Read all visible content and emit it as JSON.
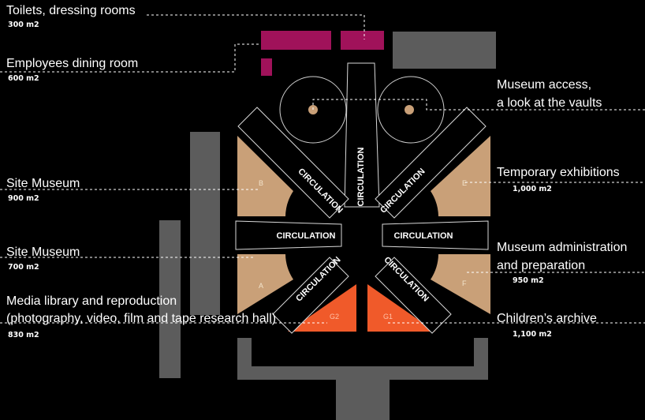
{
  "colors": {
    "background": "#000000",
    "grey_block": "#5c5c5c",
    "magenta": "#a0125a",
    "tan": "#c9a078",
    "orange": "#f05a2a",
    "leader": "#ffffff"
  },
  "labels_left": [
    {
      "title": "Toilets, dressing rooms",
      "area": "300 m2"
    },
    {
      "title": "Employees dining room",
      "area": "600 m2"
    },
    {
      "title": "Site Museum",
      "area": "900 m2"
    },
    {
      "title": "Site Museum",
      "area": "700 m2"
    },
    {
      "title": "Media library and reproduction",
      "title2": "(photography, video, film and tape research hall)",
      "area": "830 m2"
    }
  ],
  "labels_right": [
    {
      "title": "Museum access,",
      "title2": "a look at the vaults"
    },
    {
      "title": "Temporary exhibitions",
      "area": "1,000 m2"
    },
    {
      "title": "Museum administration",
      "title2": "and preparation",
      "area": "950 m2"
    },
    {
      "title": "Children’s archive",
      "area": "1,100 m2"
    }
  ],
  "plan": {
    "circulation_label": "CIRCULATION",
    "rooms": {
      "A": "A",
      "B": "B",
      "E": "E",
      "F": "F",
      "G1": "G1",
      "G2": "G2"
    }
  }
}
